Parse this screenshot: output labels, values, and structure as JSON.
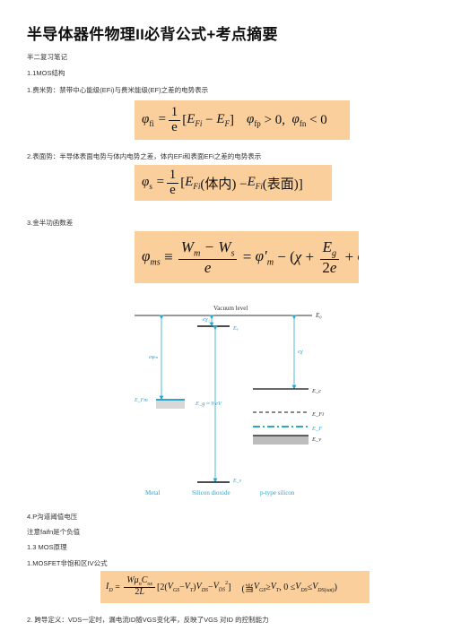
{
  "doc": {
    "title": "半导体器件物理II必背公式+考点摘要",
    "subtitle": "半二复习笔记",
    "s11": "1.1MOS结构",
    "item1": "1.费米势：禁带中心能级(EFi)与费米能级(EF)之差的电势表示",
    "item2": "2.表面势：半导体表面电势与体内电势之差，体内EFi和表面EFi之差的电势表示",
    "item3": "3.金半功函数差",
    "item4": "4.P沟道阈值电压",
    "note": "注意faifn是个负值",
    "s13": "1.3 MOS原理",
    "mosfet": "1.MOSFET非饱和区IV公式",
    "transcond": "2. 跨导定义：VDS一定时，漏电流ID随VGS变化率，反映了VGS 对ID 的控制能力"
  },
  "diagram": {
    "vacuum_level": "Vacuum level",
    "e0": "E₀",
    "ex1": "eχ₁",
    "ec_ox": "Eₑ",
    "e_phi_m": "eφₘ",
    "e_chi": "eχ",
    "efm": "E_Fm",
    "eg": "E_g ≈ 9 eV",
    "ec": "E_c",
    "efi": "E_Fi",
    "ef": "E_F",
    "ev": "E_v",
    "ev_ox": "E_v",
    "metal": "Metal",
    "oxide": "Silicon dioxide",
    "psi": "p-type silicon"
  },
  "colors": {
    "formula_bg": "#fbcf9c",
    "diagram_blue": "#2aa6cc",
    "diagram_grey": "#cfcfcf"
  }
}
